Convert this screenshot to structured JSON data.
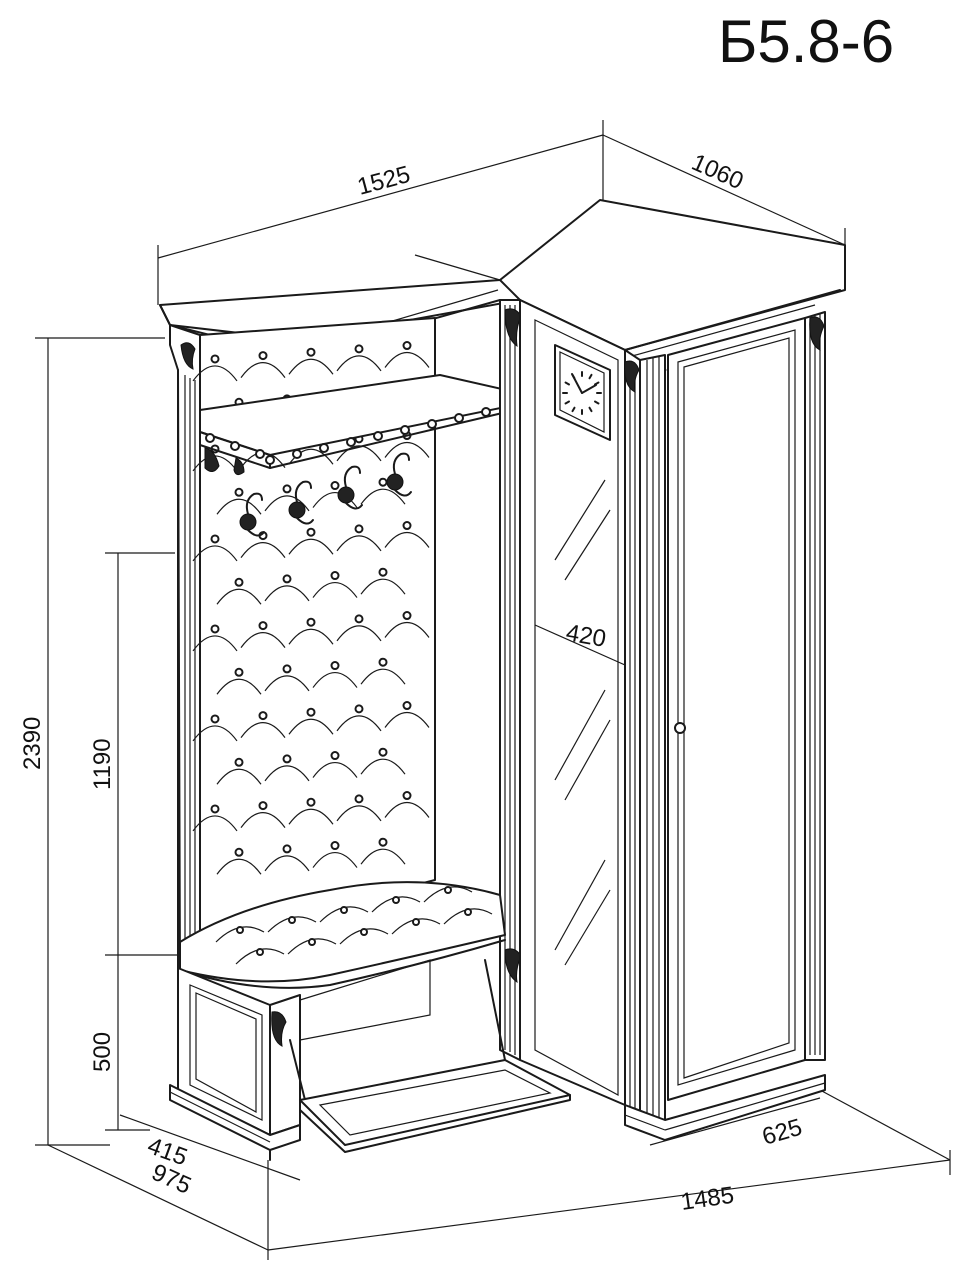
{
  "title": "Б5.8-6",
  "dimensions": {
    "top_width": "1525",
    "top_depth": "1060",
    "height_total": "2390",
    "hanger_height": "1190",
    "bench_height": "500",
    "mirror_width": "420",
    "bench_depth": "415",
    "base_left": "975",
    "base_right": "625",
    "base_total": "1485"
  },
  "clock": {
    "label": "wall-clock"
  },
  "colors": {
    "line": "#1a1a1a",
    "background": "#ffffff"
  }
}
